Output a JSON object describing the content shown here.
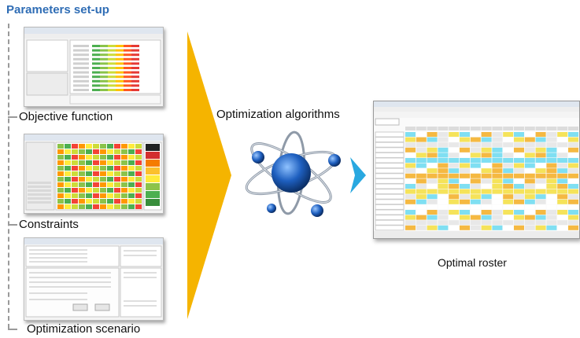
{
  "title": "Parameters set-up",
  "inputs": [
    {
      "label": "Objective function"
    },
    {
      "label": "Constraints"
    },
    {
      "label": "Optimization scenario"
    }
  ],
  "algorithm_label": "Optimization algorithms",
  "output_label": "Optimal roster",
  "colors": {
    "title": "#2f6db5",
    "big_arrow": "#f5b400",
    "small_arrow": "#29a8e0",
    "atom_blue": "#1e5fbf",
    "roster_cyan": "#7fdff2",
    "roster_orange": "#f5b942",
    "roster_yellow": "#f5e35a"
  },
  "icons": {
    "atom": "atom-icon"
  }
}
